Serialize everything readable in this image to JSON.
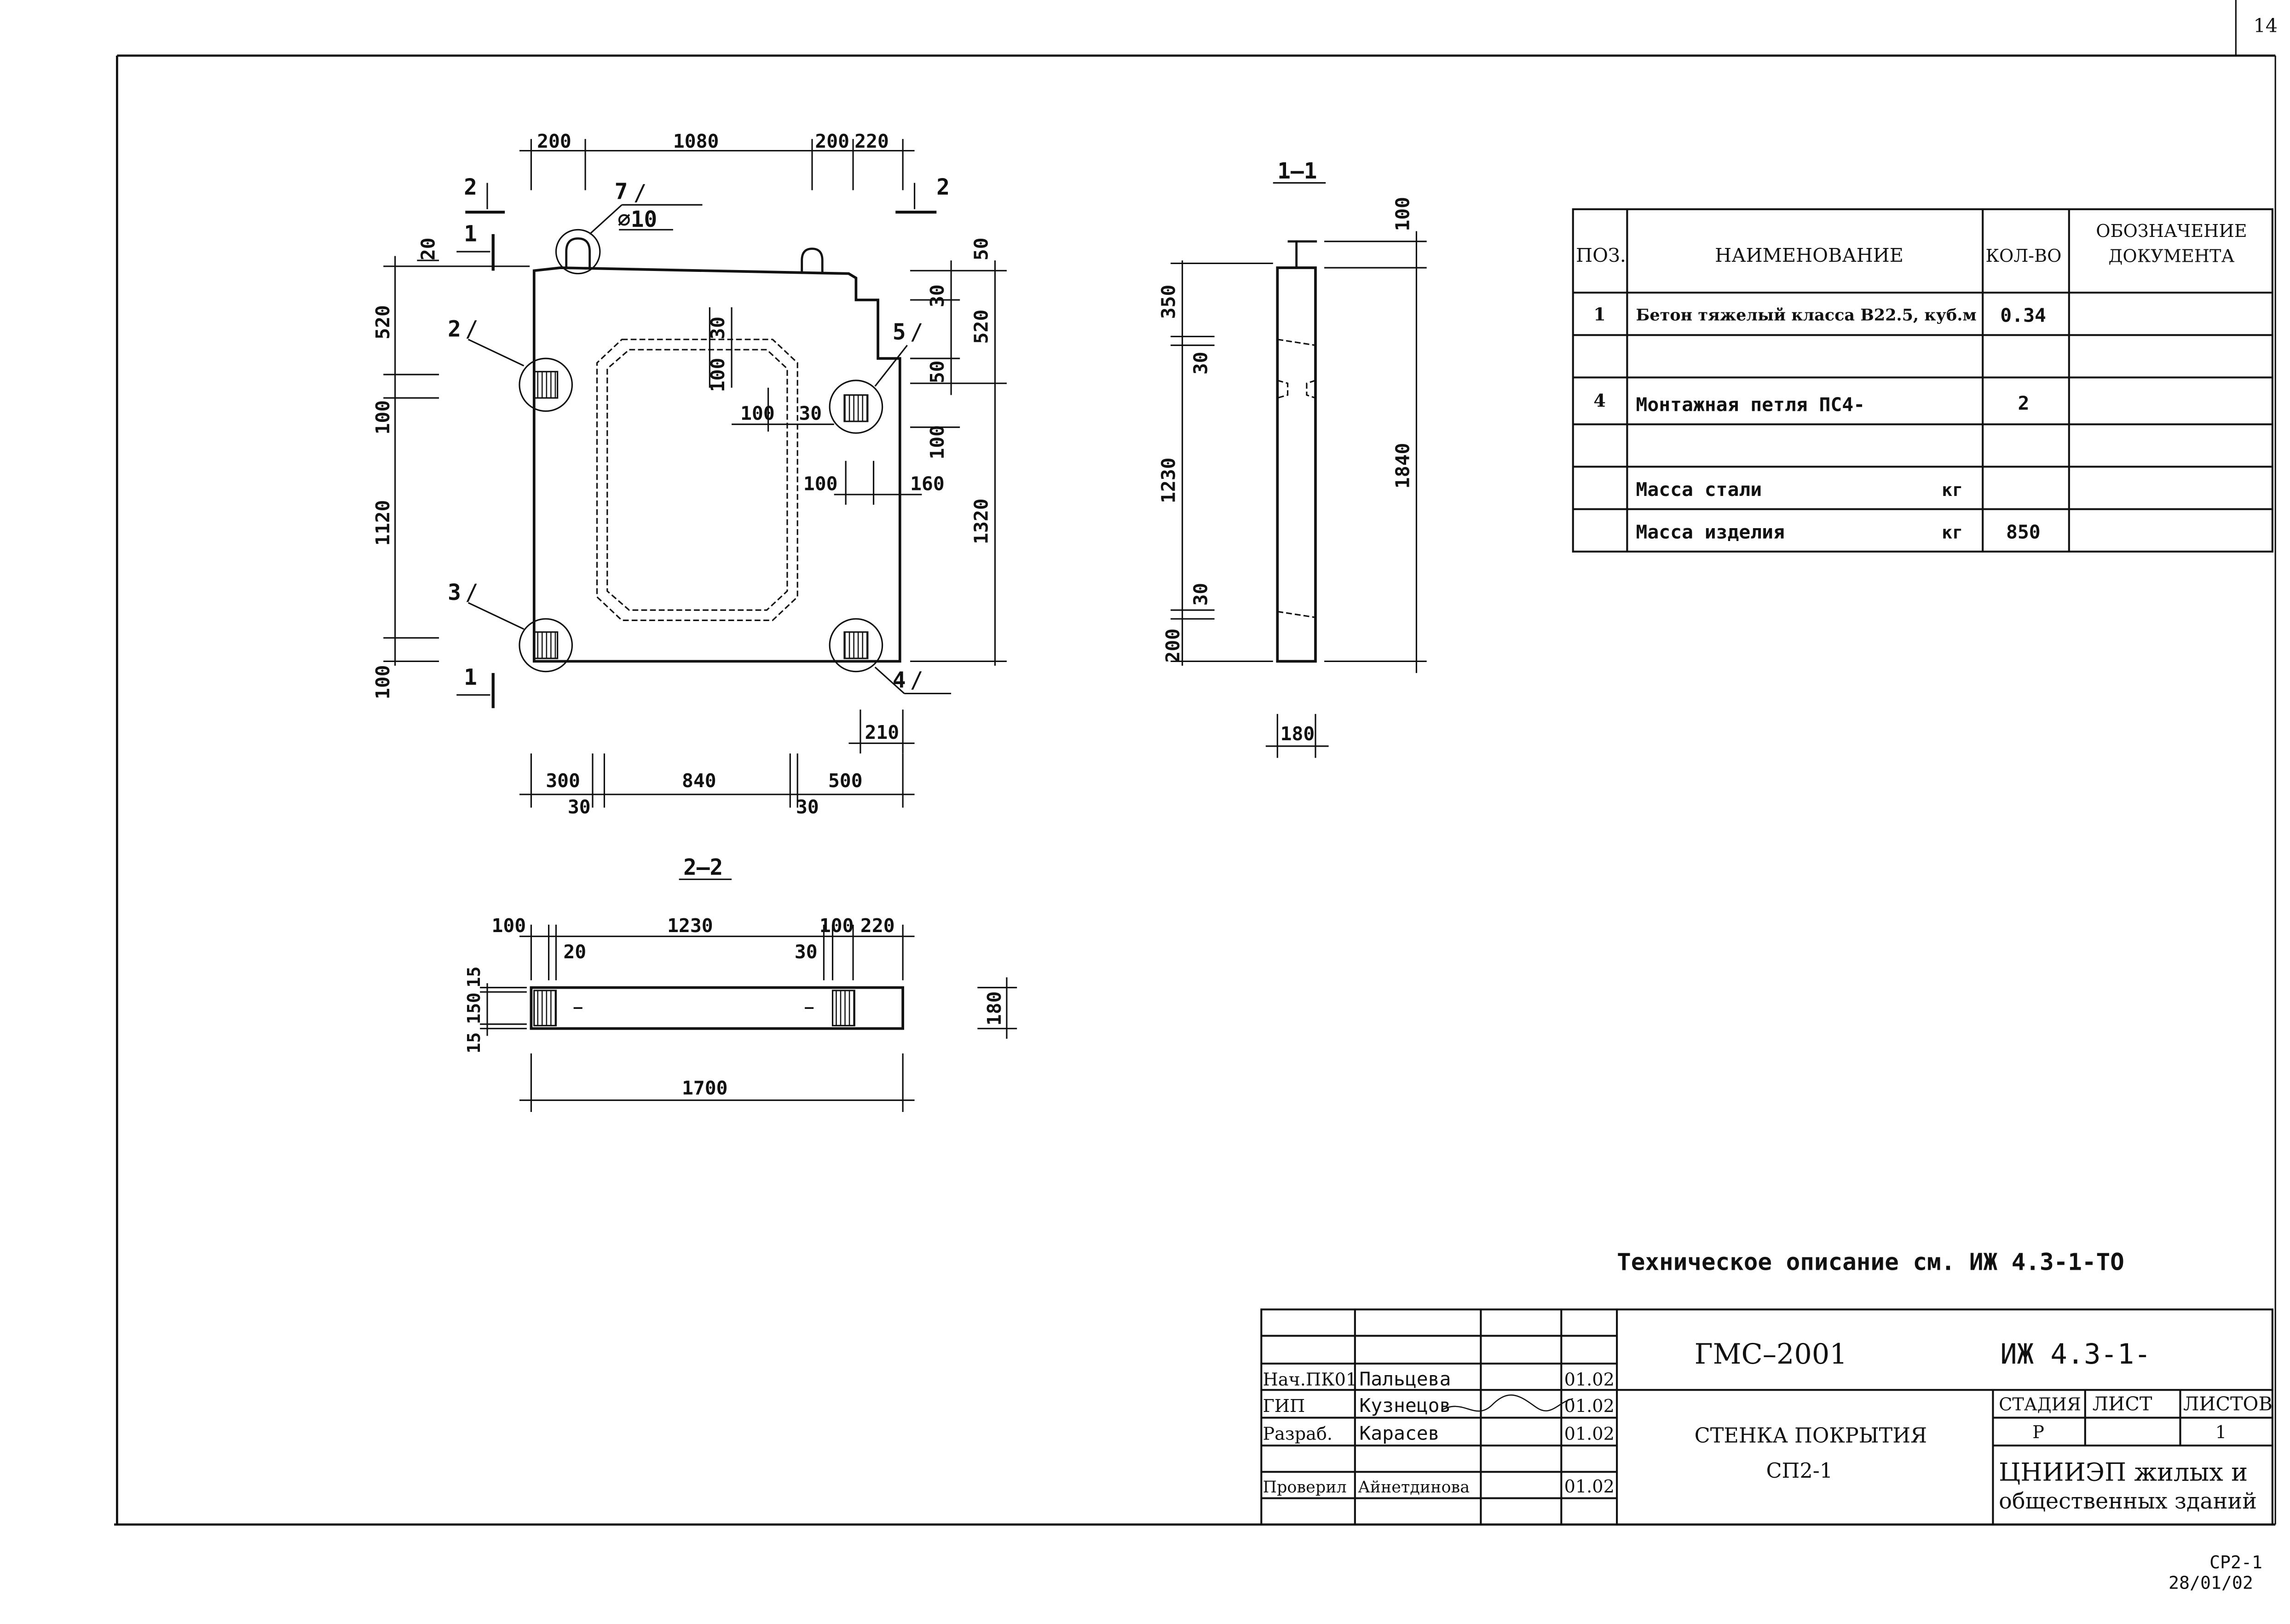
{
  "page_number": "14",
  "views": {
    "front": {
      "top_dims": [
        "200",
        "1080",
        "200",
        "220"
      ],
      "section_2_mark": "2",
      "section_1_mark": "1",
      "callout_7": "7",
      "diameter": "⌀10",
      "callout_2": "2",
      "callout_3": "3",
      "callout_4": "4",
      "callout_5": "5",
      "left_dims": [
        "20",
        "520",
        "100",
        "1120",
        "100"
      ],
      "right_dims": [
        "50",
        "30",
        "520",
        "50",
        "100",
        "1320"
      ],
      "inner_dims": [
        "30",
        "100",
        "100",
        "30",
        "100",
        "160"
      ],
      "bottom_dims_1": [
        "300",
        "840",
        "500"
      ],
      "bottom_dims_2": [
        "30",
        "30"
      ],
      "dim_210": "210"
    },
    "section_1_1": {
      "label": "1–1",
      "left_dims": [
        "350",
        "30",
        "1230",
        "30",
        "200"
      ],
      "right_dims": [
        "100",
        "1840"
      ],
      "width": "180"
    },
    "section_2_2": {
      "label": "2–2",
      "top_dims": [
        "100",
        "1230",
        "100",
        "220"
      ],
      "sub_dims": [
        "20",
        "30"
      ],
      "left_dims": [
        "15",
        "150",
        "15"
      ],
      "right_dim": "180",
      "total": "1700"
    }
  },
  "spec_table": {
    "headers": [
      "ПОЗ.",
      "НАИМЕНОВАНИЕ",
      "КОЛ-ВО",
      "ОБОЗНАЧЕНИЕ ДОКУМЕНТА"
    ],
    "rows": [
      {
        "pos": "1",
        "name": "Бетон тяжелый класса В22.5, куб.м",
        "unit": "",
        "qty": "0.34",
        "doc": ""
      },
      {
        "pos": "",
        "name": "",
        "unit": "",
        "qty": "",
        "doc": ""
      },
      {
        "pos": "4",
        "name": "Монтажная петля ПС4-",
        "unit": "",
        "qty": "2",
        "doc": ""
      },
      {
        "pos": "",
        "name": "",
        "unit": "",
        "qty": "",
        "doc": ""
      },
      {
        "pos": "",
        "name": "Масса стали",
        "unit": "кг",
        "qty": "",
        "doc": ""
      },
      {
        "pos": "",
        "name": "Масса изделия",
        "unit": "кг",
        "qty": "850",
        "doc": ""
      }
    ]
  },
  "tech_note": "Техническое описание  см. ИЖ 4.3-1-ТО",
  "title_block": {
    "project": "ГМС–2001",
    "code": "ИЖ 4.3-1-",
    "signatures": [
      {
        "role": "Нач.ПК01",
        "name": "Пальцева",
        "date": "01.02"
      },
      {
        "role": "ГИП",
        "name": "Кузнецов",
        "date": "01.02"
      },
      {
        "role": "Разраб.",
        "name": "Карасев",
        "date": "01.02"
      },
      {
        "role": "",
        "name": "",
        "date": ""
      },
      {
        "role": "Проверил",
        "name": "Айнетдинова",
        "date": "01.02"
      }
    ],
    "title_line1": "СТЕНКА ПОКРЫТИЯ",
    "title_line2": "СП2-1",
    "stage_header": "СТАДИЯ",
    "sheet_header": "ЛИСТ",
    "sheets_header": "ЛИСТОВ",
    "stage": "Р",
    "sheets": "1",
    "org_line1": "ЦНИИЭП жилых и",
    "org_line2": "общественных зданий"
  },
  "footer": {
    "code": "СР2-1",
    "date": "28/01/02"
  }
}
